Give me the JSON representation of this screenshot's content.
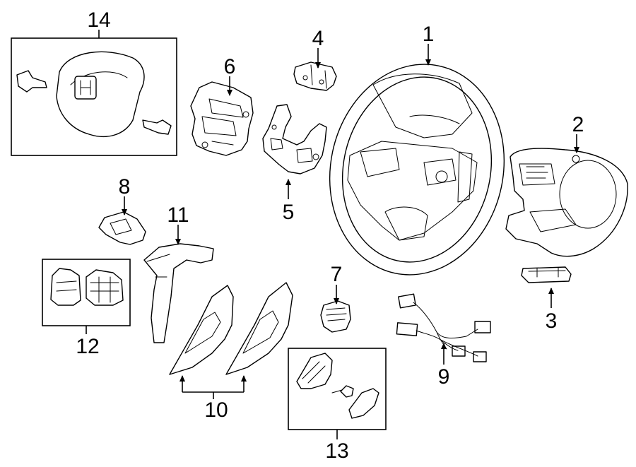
{
  "diagram": {
    "callouts": [
      "1",
      "2",
      "3",
      "4",
      "5",
      "6",
      "7",
      "8",
      "9",
      "10",
      "11",
      "12",
      "13",
      "14"
    ],
    "logo_mark": "H"
  }
}
